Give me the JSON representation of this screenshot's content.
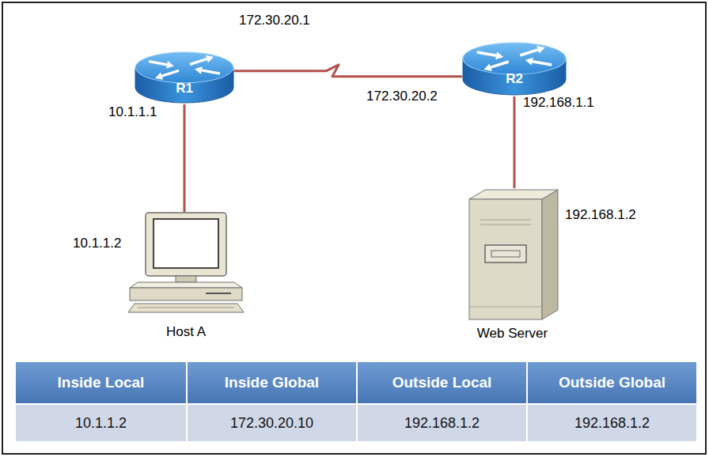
{
  "diagram": {
    "nodes": [
      {
        "text": [
          "R1"
        ]
      },
      {
        "text": [
          "R2"
        ]
      },
      {
        "text": [
          "Host A"
        ]
      },
      {
        "text": [
          "Web Server"
        ]
      }
    ],
    "edges": [
      {
        "from": 0,
        "to": 1,
        "arrow": "none"
      },
      {
        "from": 0,
        "to": 2,
        "arrow": "none"
      },
      {
        "from": 1,
        "to": 3,
        "arrow": "none"
      }
    ],
    "labels": [
      "172.30.20.1",
      "172.30.20.2",
      "10.1.1.1",
      "192.168.1.1",
      "10.1.1.2",
      "192.168.1.2",
      "Inside Local",
      "Inside Global",
      "Outside Local",
      "Outside Global",
      "10.1.1.2",
      "172.30.20.10",
      "192.168.1.2",
      "192.168.1.2"
    ]
  }
}
